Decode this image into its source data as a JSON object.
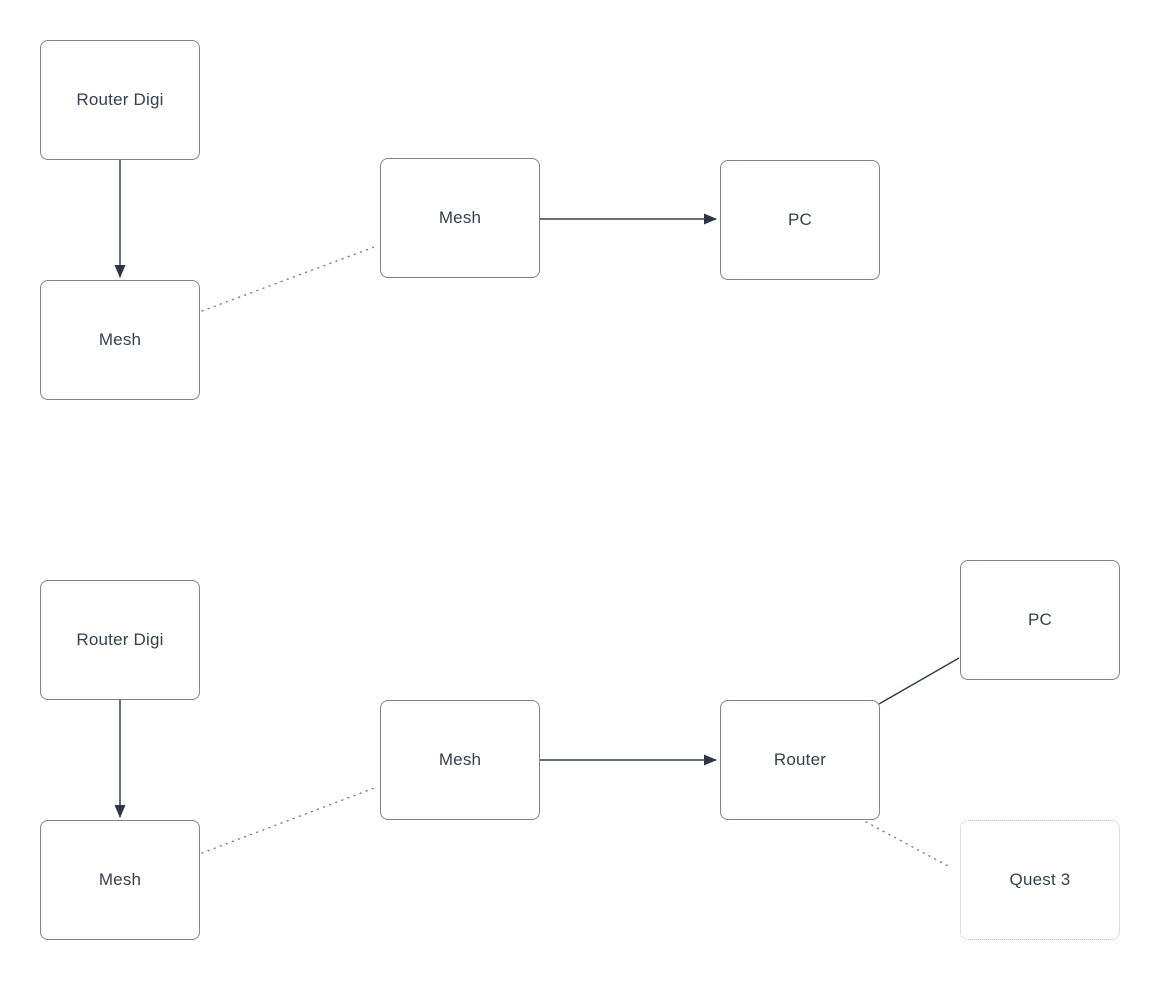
{
  "canvas": {
    "background": "#ffffff"
  },
  "styles": {
    "node_border_color": "#7f838b",
    "node_fill_color": "#ffffff",
    "label_color": "#36404e",
    "connector_color": "#36404e",
    "dotted_connector_color": "#7a8089",
    "ghost_node_border_color": "#b9bdc4"
  },
  "diagram": {
    "nodes": [
      {
        "id": "router-digi-top",
        "label": "Router Digi",
        "border": "solid"
      },
      {
        "id": "mesh-top-left",
        "label": "Mesh",
        "border": "solid"
      },
      {
        "id": "mesh-top-mid",
        "label": "Mesh",
        "border": "solid"
      },
      {
        "id": "pc-top",
        "label": "PC",
        "border": "solid"
      },
      {
        "id": "router-digi-bottom",
        "label": "Router Digi",
        "border": "solid"
      },
      {
        "id": "mesh-bottom-left",
        "label": "Mesh",
        "border": "solid"
      },
      {
        "id": "mesh-bottom-mid",
        "label": "Mesh",
        "border": "solid"
      },
      {
        "id": "router-bottom",
        "label": "Router",
        "border": "solid"
      },
      {
        "id": "pc-bottom",
        "label": "PC",
        "border": "solid"
      },
      {
        "id": "quest-3",
        "label": "Quest 3",
        "border": "dotted"
      }
    ],
    "edges": [
      {
        "from": "router-digi-top",
        "to": "mesh-top-left",
        "line": "solid",
        "arrowhead": "filled-triangle"
      },
      {
        "from": "mesh-top-left",
        "to": "mesh-top-mid",
        "line": "dotted",
        "arrowhead": "none"
      },
      {
        "from": "mesh-top-mid",
        "to": "pc-top",
        "line": "solid",
        "arrowhead": "filled-triangle"
      },
      {
        "from": "router-digi-bottom",
        "to": "mesh-bottom-left",
        "line": "solid",
        "arrowhead": "filled-triangle"
      },
      {
        "from": "mesh-bottom-left",
        "to": "mesh-bottom-mid",
        "line": "dotted",
        "arrowhead": "none"
      },
      {
        "from": "mesh-bottom-mid",
        "to": "router-bottom",
        "line": "solid",
        "arrowhead": "filled-triangle"
      },
      {
        "from": "router-bottom",
        "to": "pc-bottom",
        "line": "solid",
        "arrowhead": "none"
      },
      {
        "from": "router-bottom",
        "to": "quest-3",
        "line": "dotted",
        "arrowhead": "none"
      }
    ]
  }
}
